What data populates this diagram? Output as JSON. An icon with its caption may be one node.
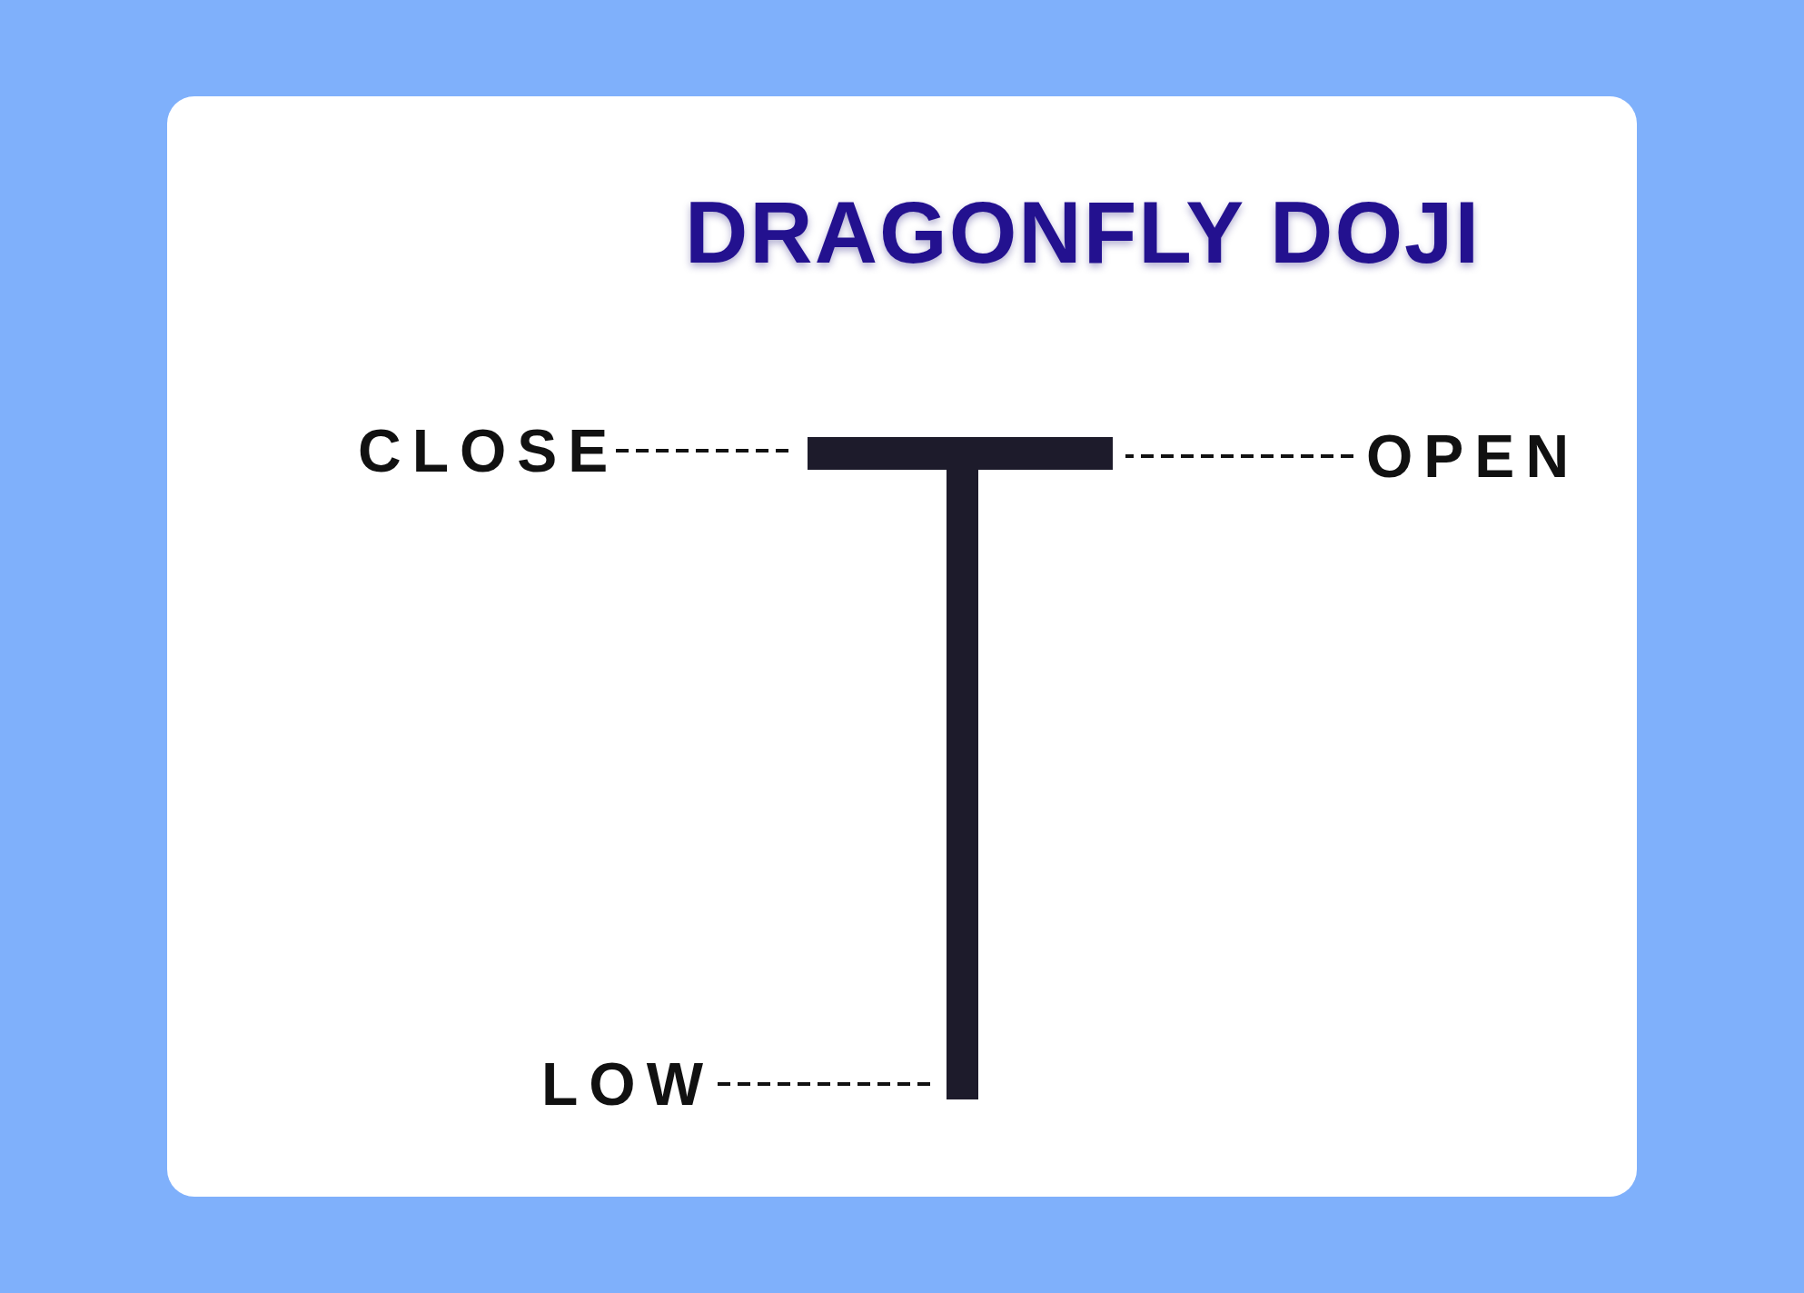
{
  "diagram": {
    "title": "DRAGONFLY DOJI",
    "nodes": [
      {
        "text": [
          "CLOSE"
        ]
      },
      {
        "text": [
          "OPEN"
        ]
      },
      {
        "text": [
          "LOW"
        ]
      },
      {
        "text": [],
        "shape": "bar"
      },
      {
        "text": [],
        "shape": "bar"
      }
    ],
    "edges": [
      {
        "from": 0,
        "to": 3,
        "arrow": "none",
        "style": "dashed"
      },
      {
        "from": 1,
        "to": 3,
        "arrow": "none",
        "style": "dashed"
      },
      {
        "from": 2,
        "to": 4,
        "arrow": "none",
        "style": "dashed"
      }
    ]
  }
}
